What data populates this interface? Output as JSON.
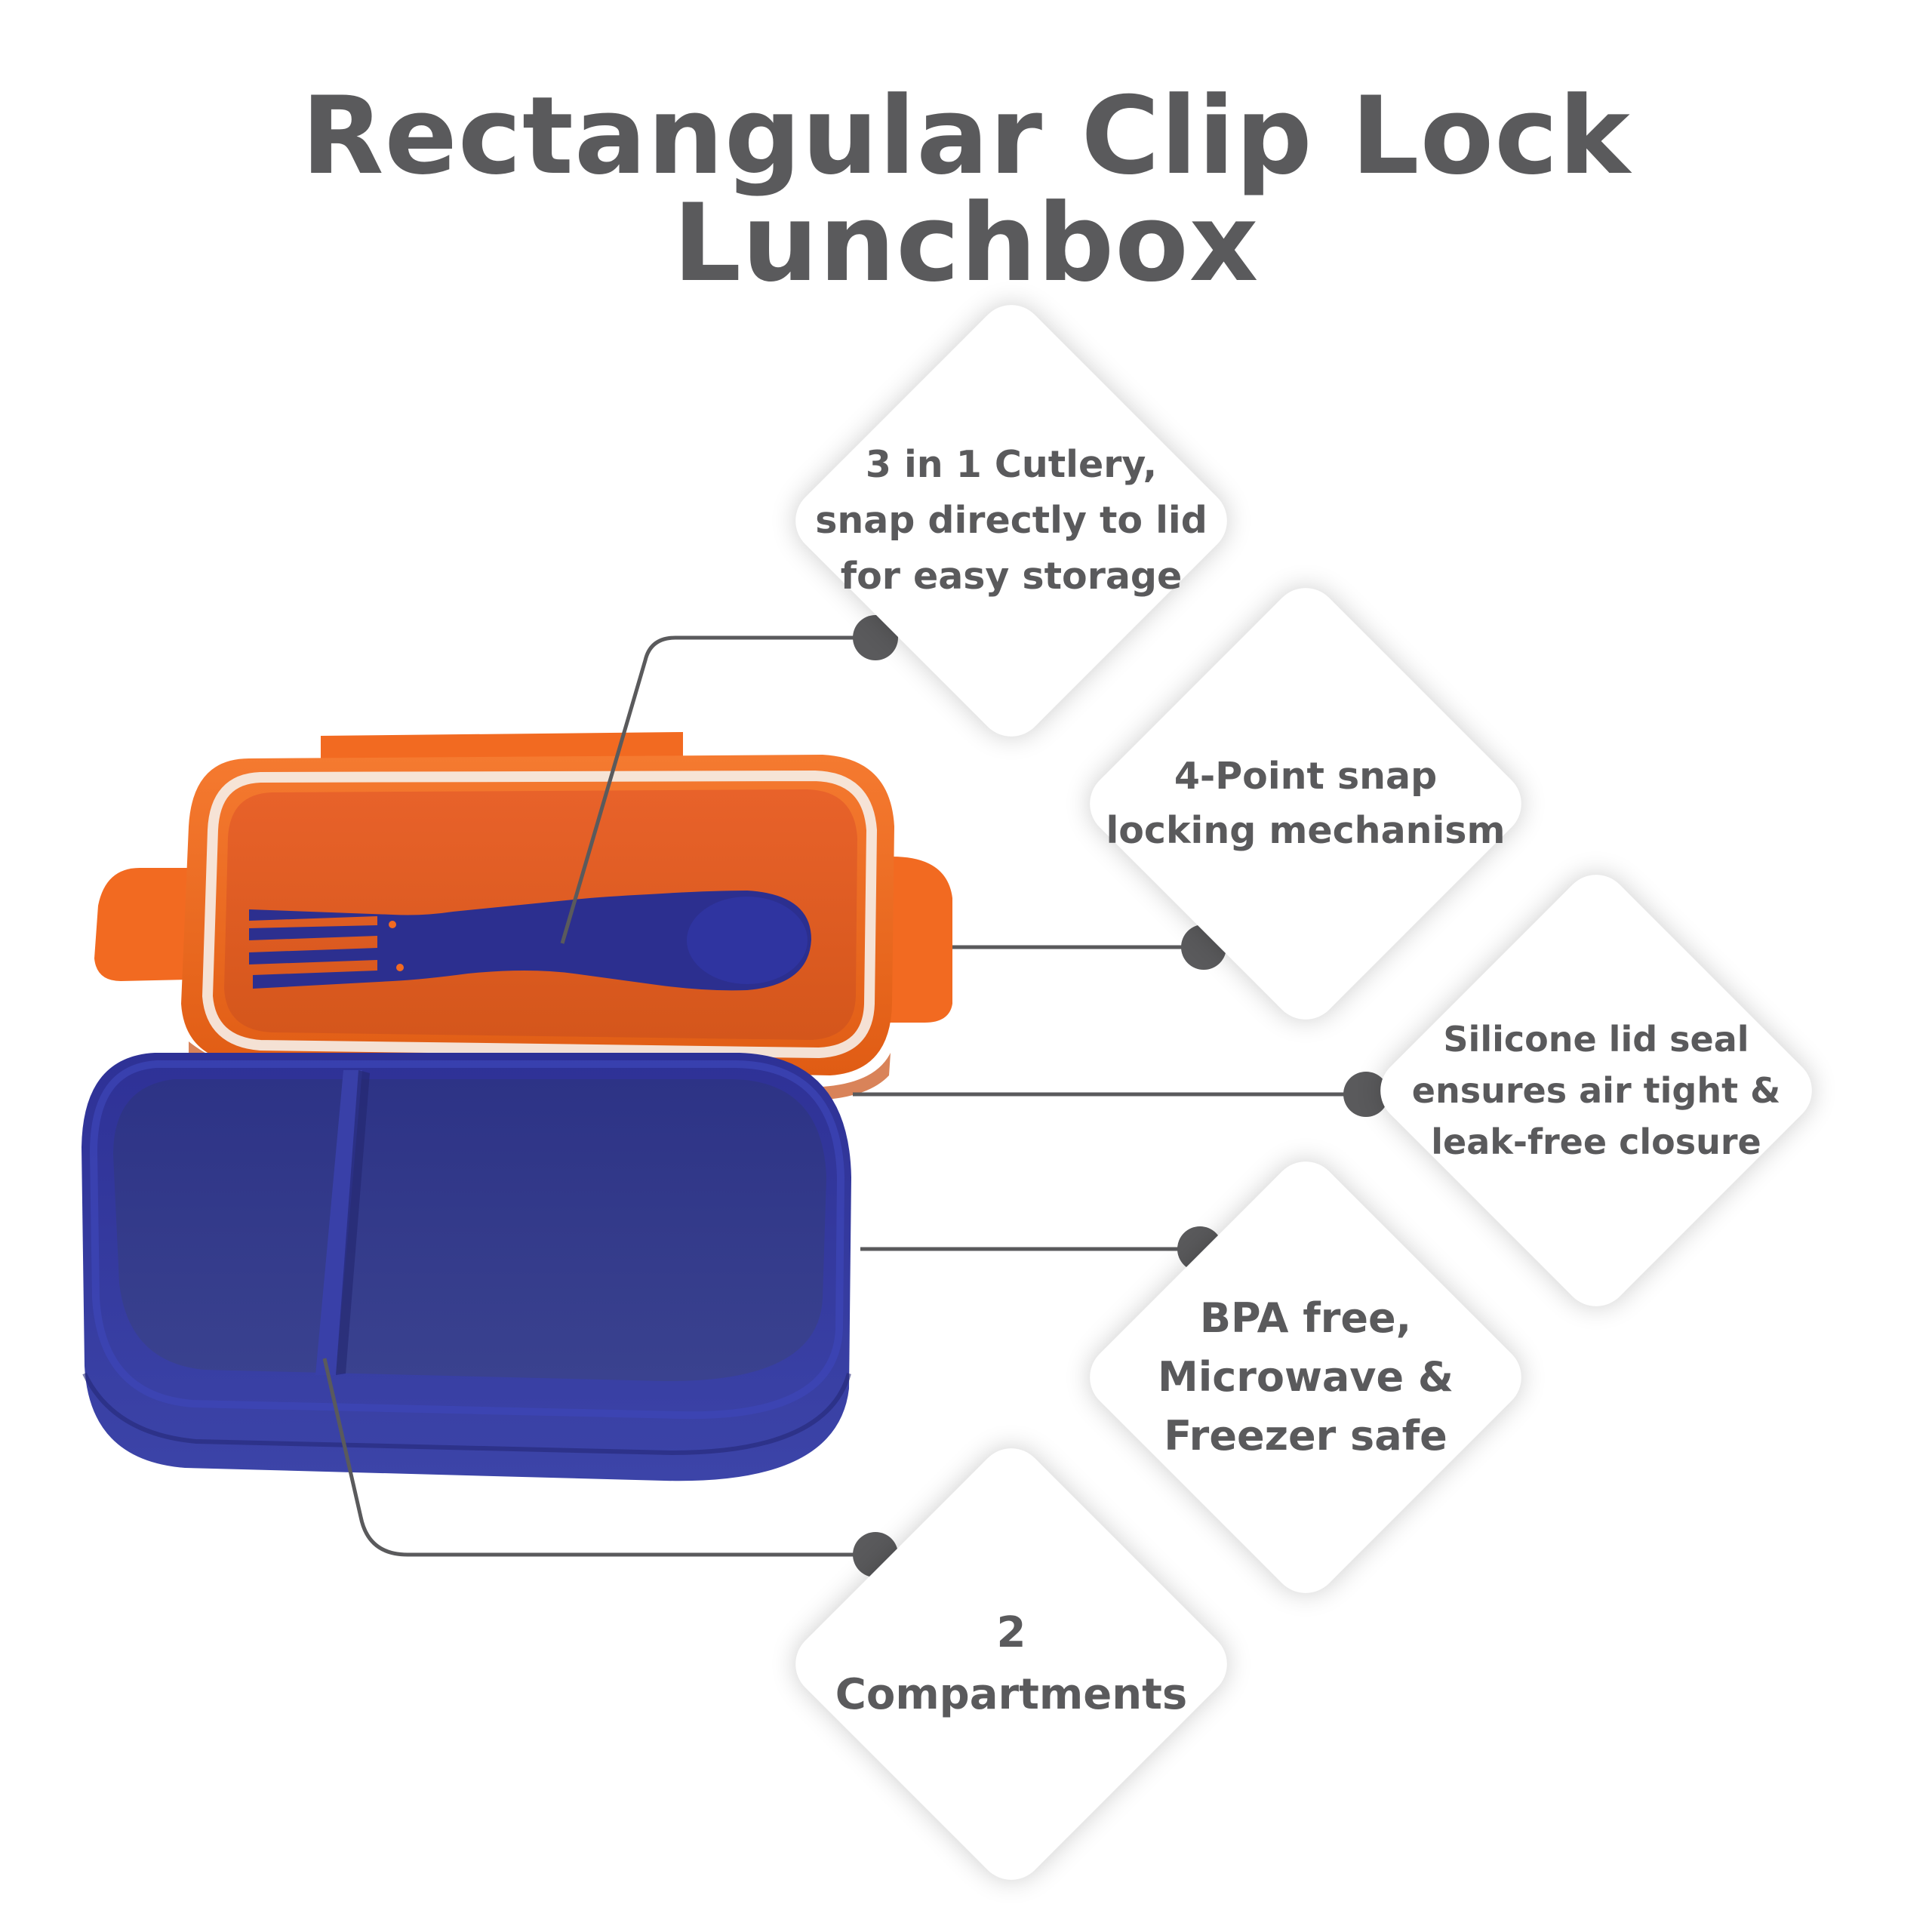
{
  "title": "Rectangular Clip Lock Lunchbox",
  "colors": {
    "text": "#5a5a5c",
    "lid_orange": "#f26a21",
    "lid_orange_dark": "#d65a16",
    "box_blue": "#2b2e92",
    "box_blue_inner": "#343a8a",
    "seal_clear": "#f4ece6",
    "connector": "#5a5a5c"
  },
  "features": [
    {
      "id": "cutlery",
      "lines": [
        "3 in 1 Cutlery,",
        "snap directly to lid",
        "for easy storage"
      ]
    },
    {
      "id": "locking",
      "lines": [
        "4-Point snap",
        "locking mechanism"
      ]
    },
    {
      "id": "seal",
      "lines": [
        "Silicone lid seal",
        "ensures air tight &",
        "leak-free closure"
      ]
    },
    {
      "id": "safety",
      "lines": [
        "BPA free,",
        "Microwave &",
        "Freezer safe"
      ]
    },
    {
      "id": "compartments",
      "lines": [
        "2",
        "Compartments"
      ]
    }
  ],
  "icons": [
    "spork-icon",
    "lunchbox-icon"
  ]
}
